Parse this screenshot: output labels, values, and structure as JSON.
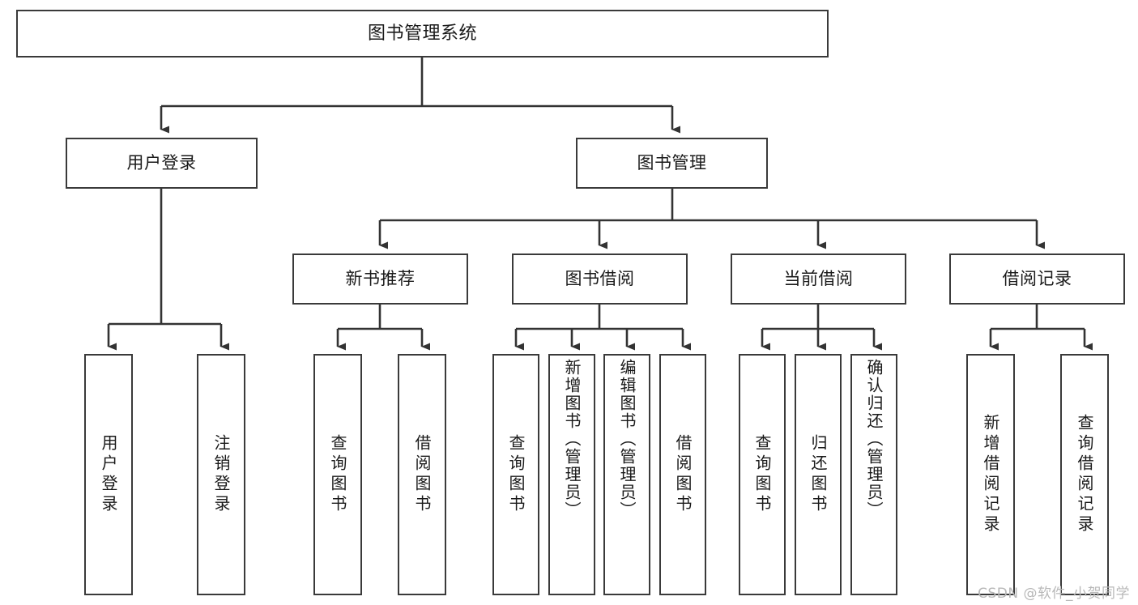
{
  "diagram": {
    "title": "图书管理系统",
    "type": "tree",
    "watermark": "CSDN @软件_小贺同学",
    "colors": {
      "box_border": "#3a3a3a",
      "box_fill": "#ffffff",
      "edge": "#333333",
      "text": "#1a1a1a",
      "watermark": "#b8b8b8",
      "background": "#ffffff"
    },
    "root": {
      "label": "图书管理系统"
    },
    "level2": [
      {
        "label": "用户登录"
      },
      {
        "label": "图书管理"
      }
    ],
    "level3": [
      {
        "label": "新书推荐"
      },
      {
        "label": "图书借阅"
      },
      {
        "label": "当前借阅"
      },
      {
        "label": "借阅记录"
      }
    ],
    "leaves": {
      "user_login": [
        {
          "label": "用户登录"
        },
        {
          "label": "注销登录"
        }
      ],
      "new_book_recommend": [
        {
          "label": "查询图书"
        },
        {
          "label": "借阅图书"
        }
      ],
      "book_borrow": [
        {
          "label": "查询图书"
        },
        {
          "label": "新增图书（管理员）"
        },
        {
          "label": "编辑图书（管理员）"
        },
        {
          "label": "借阅图书"
        }
      ],
      "current_borrow": [
        {
          "label": "查询图书"
        },
        {
          "label": "归还图书"
        },
        {
          "label": "确认归还（管理员）"
        }
      ],
      "borrow_record": [
        {
          "label": "新增借阅记录"
        },
        {
          "label": "查询借阅记录"
        }
      ]
    }
  }
}
